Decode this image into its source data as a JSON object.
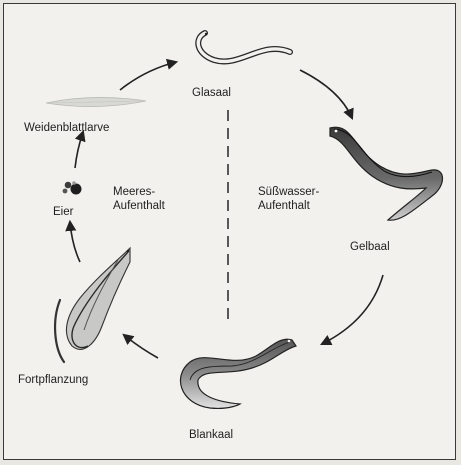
{
  "labels": {
    "glasaal": "Glasaal",
    "gelbaal": "Gelbaal",
    "blankaal": "Blankaal",
    "fortpflanzung": "Fortpflanzung",
    "eier": "Eier",
    "weidenblattlarve": "Weidenblattlarve",
    "meeres_line1": "Meeres-",
    "meeres_line2": "Aufenthalt",
    "suess_line1": "Süßwasser-",
    "suess_line2": "Aufenthalt"
  }
}
